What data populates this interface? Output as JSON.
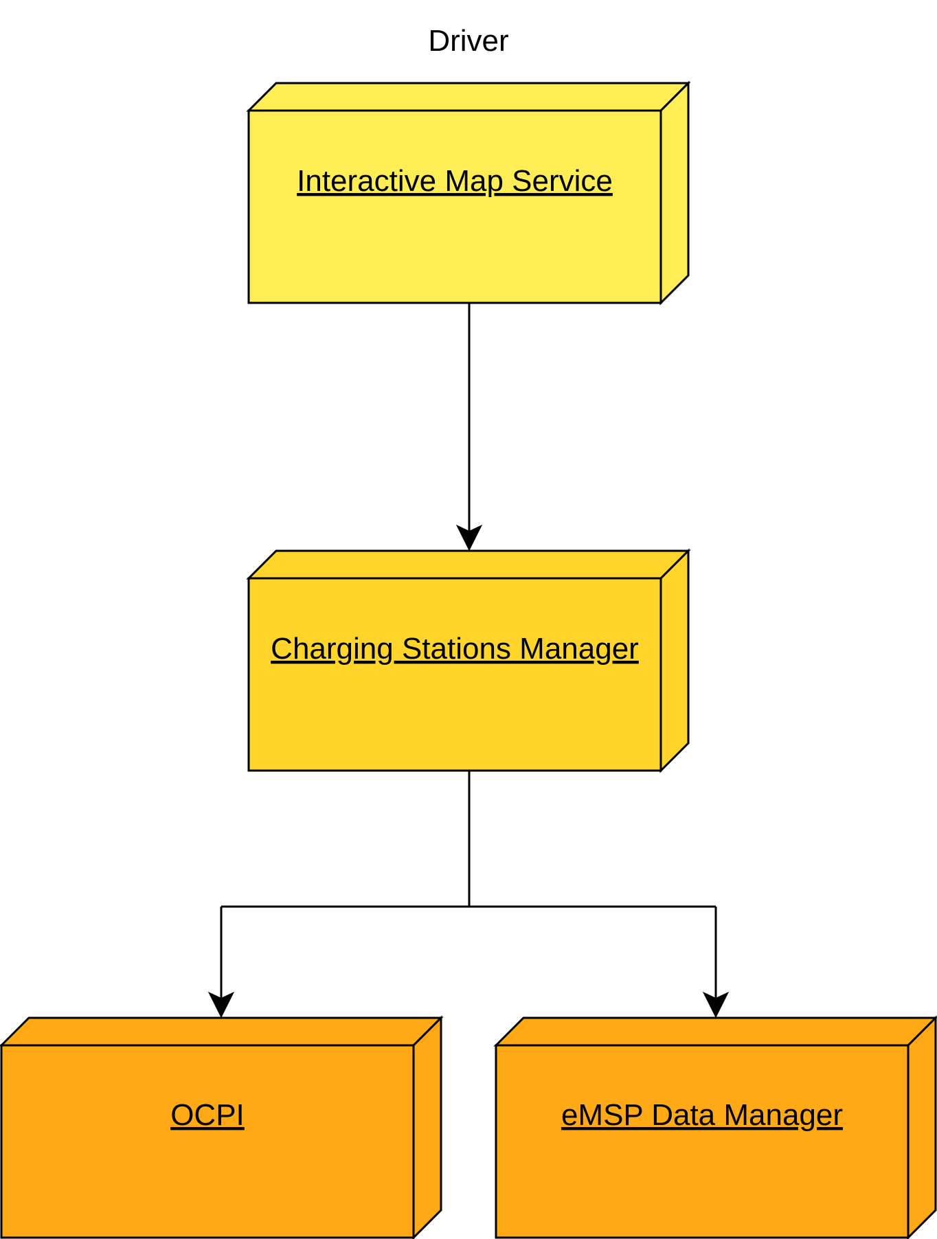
{
  "diagram": {
    "title": "Driver",
    "nodes": {
      "interactive_map": {
        "label": "Interactive Map Service",
        "color": "#FFED55"
      },
      "charging_manager": {
        "label": "Charging Stations Manager",
        "color": "#FFD52B"
      },
      "ocpi": {
        "label": "OCPI",
        "color": "#FFA916"
      },
      "emsp": {
        "label": "eMSP Data Manager",
        "color": "#FFA916"
      }
    },
    "edges": [
      {
        "from": "Interactive Map Service",
        "to": "Charging Stations Manager"
      },
      {
        "from": "Charging Stations Manager",
        "to": "OCPI"
      },
      {
        "from": "Charging Stations Manager",
        "to": "eMSP Data Manager"
      }
    ],
    "stroke_color": "#000000"
  }
}
